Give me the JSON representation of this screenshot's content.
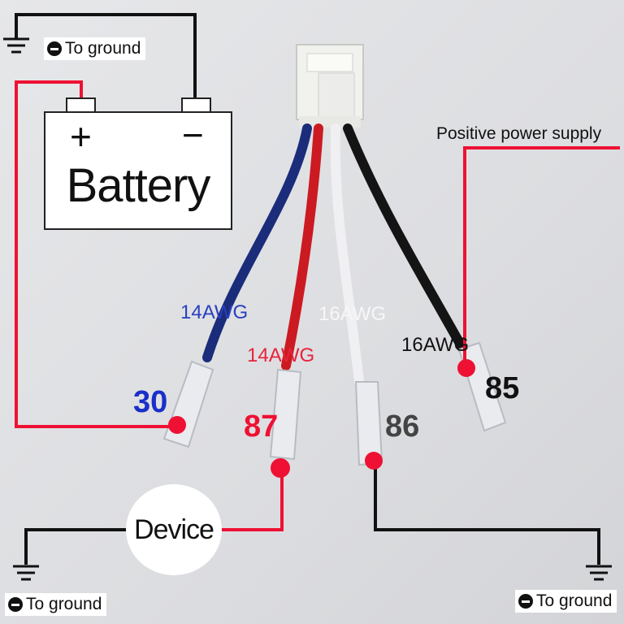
{
  "battery": {
    "label": "Battery",
    "positive": "+",
    "negative": "−"
  },
  "ground_labels": [
    "To ground",
    "To ground",
    "To ground"
  ],
  "device": {
    "label": "Device"
  },
  "positive_supply": "Positive power supply",
  "pins": {
    "p30": "30",
    "p87": "87",
    "p86": "86",
    "p85": "85"
  },
  "wire_labels": {
    "blue": "14AWG",
    "red": "14AWG",
    "white": "16AWG",
    "black": "16AWG"
  },
  "colors": {
    "red": "#ee1133",
    "blue": "#1a2fc9",
    "gray": "#444444",
    "black": "#111111",
    "white_wire": "#f4f4f4"
  }
}
